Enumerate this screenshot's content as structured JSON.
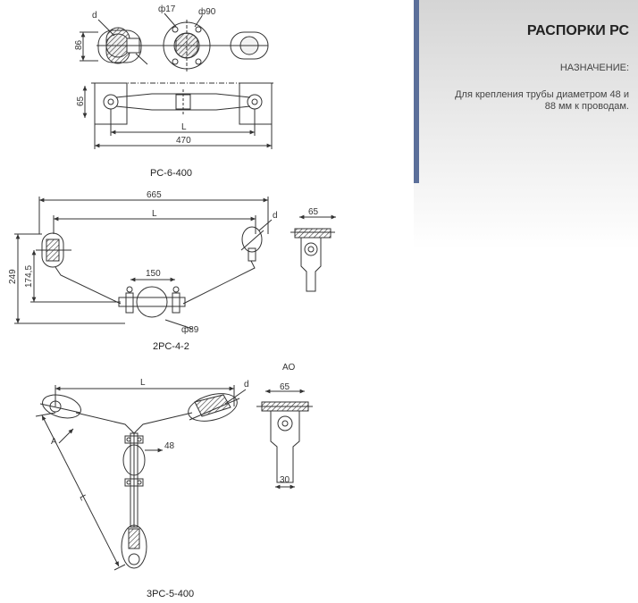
{
  "panel": {
    "title": "РАСПОРКИ РС",
    "subtitle": "НАЗНАЧЕНИЕ:",
    "description": "Для крепления трубы диаметром 48 и 88 мм к проводам."
  },
  "drawing1": {
    "caption": "РС-6-400",
    "dims": {
      "d": "d",
      "phi17": "ф17",
      "phi90": "ф90",
      "h86": "86",
      "h65": "65",
      "L": "L",
      "w470": "470"
    }
  },
  "drawing2": {
    "caption": "2РС-4-2",
    "dims": {
      "w665": "665",
      "L": "L",
      "d": "d",
      "w65": "65",
      "h249": "249",
      "h174": "174,5",
      "w150": "150",
      "phi89": "ф89"
    }
  },
  "drawing3": {
    "caption": "3РС-5-400",
    "dims": {
      "L_top": "L",
      "d": "d",
      "A": "A",
      "L_side": "L",
      "w48": "48",
      "view": "АО",
      "w65": "65",
      "w30": "30"
    }
  }
}
